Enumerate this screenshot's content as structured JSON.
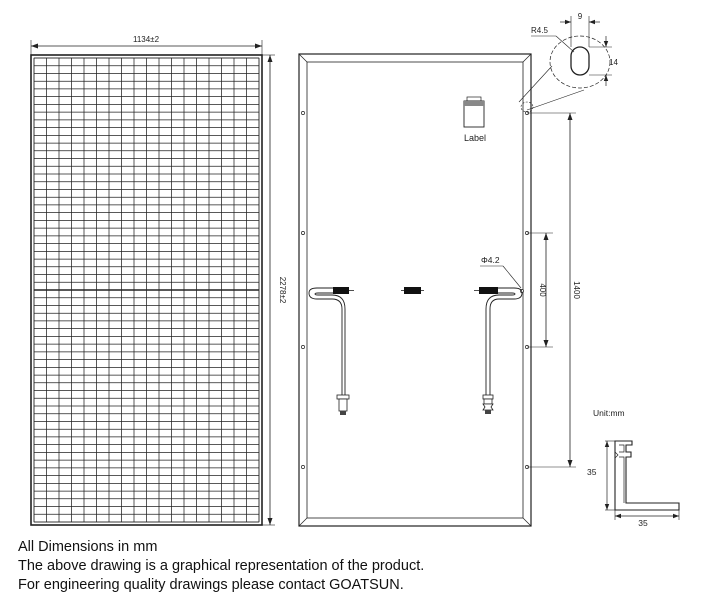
{
  "drawing": {
    "front_width": "1134±2",
    "front_height": "2278±2",
    "label_text": "Label",
    "hole_dia": "Φ4.2",
    "hole_pitch_inner": "400",
    "hole_pitch_outer": "1400",
    "detail_slot_width": "9",
    "detail_slot_height": "14",
    "detail_radius": "R4.5",
    "unit_text": "Unit:mm",
    "frame_height": "35",
    "frame_width": "35"
  },
  "notes": {
    "line1": "All Dimensions in mm",
    "line2": "The above drawing is a graphical representation of the product.",
    "line3": "For engineering quality drawings please contact GOATSUN."
  },
  "colors": {
    "line": "#222222",
    "background": "#ffffff"
  }
}
